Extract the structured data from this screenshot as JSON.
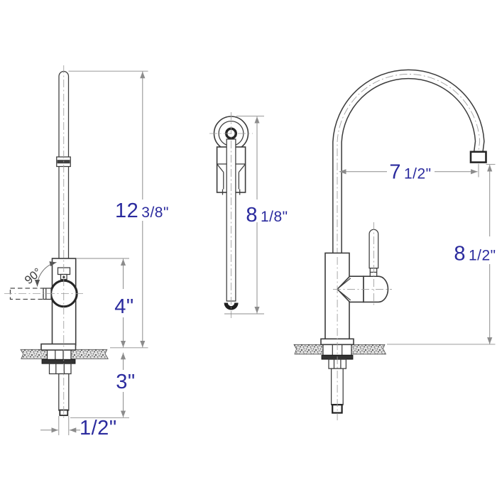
{
  "drawing": {
    "subject": "drinking-water-faucet-dimension-drawing"
  },
  "dimensions": {
    "overall_height": {
      "whole": "12",
      "fraction": "3/8\""
    },
    "front_spout_height": {
      "whole": "8",
      "fraction": "1/8\""
    },
    "spout_reach": {
      "whole": "7",
      "fraction": "1/2\""
    },
    "spout_clearance": {
      "whole": "8",
      "fraction": "1/2\""
    },
    "body_height": {
      "value": "4\""
    },
    "shank_length": {
      "value": "3\""
    },
    "shank_diameter": {
      "value": "1/2\""
    },
    "handle_angle": {
      "value": "90°"
    }
  },
  "colors": {
    "annotation_blue": "#2b2b9e",
    "line_dark": "#3b3b3b",
    "dimension_gray": "#8c8c8c"
  }
}
